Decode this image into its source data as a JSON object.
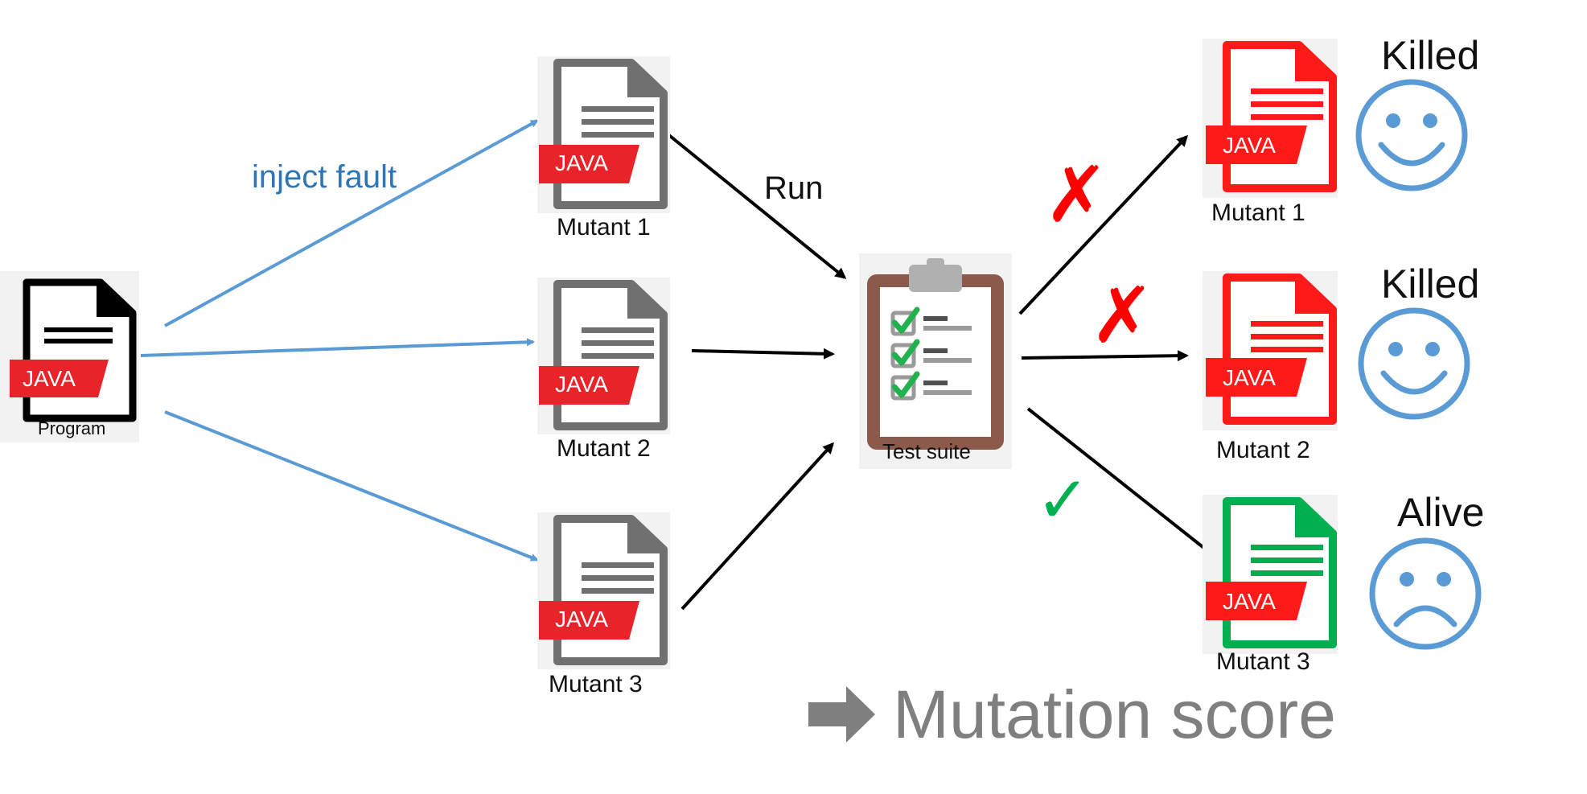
{
  "colors": {
    "inject_arrow": "#5B9BD5",
    "run_arrow": "#000000",
    "java_badge": "#E8232A",
    "file_gray": "#707070",
    "file_black": "#000000",
    "killed_file": "#FF1A1A",
    "alive_file": "#00B050",
    "cross": "#FF0000",
    "check": "#00B050",
    "face": "#5B9BD5",
    "clipboard": "#8B5A4A",
    "score_text": "#7F7F7F"
  },
  "program": {
    "badge": "JAVA",
    "label": "Program"
  },
  "inject_label": "inject fault",
  "run_label": "Run",
  "mutants": [
    {
      "badge": "JAVA",
      "label": "Mutant 1"
    },
    {
      "badge": "JAVA",
      "label": "Mutant 2"
    },
    {
      "badge": "JAVA",
      "label": "Mutant 3"
    }
  ],
  "test_suite": {
    "label": "Test suite"
  },
  "results": [
    {
      "badge": "JAVA",
      "label": "Mutant 1",
      "status": "Killed",
      "mark": "✗",
      "face": "happy-face-icon"
    },
    {
      "badge": "JAVA",
      "label": "Mutant 2",
      "status": "Killed",
      "mark": "✗",
      "face": "happy-face-icon"
    },
    {
      "badge": "JAVA",
      "label": "Mutant 3",
      "status": "Alive",
      "mark": "✓",
      "face": "sad-face-icon"
    }
  ],
  "mutation_score": "Mutation score"
}
